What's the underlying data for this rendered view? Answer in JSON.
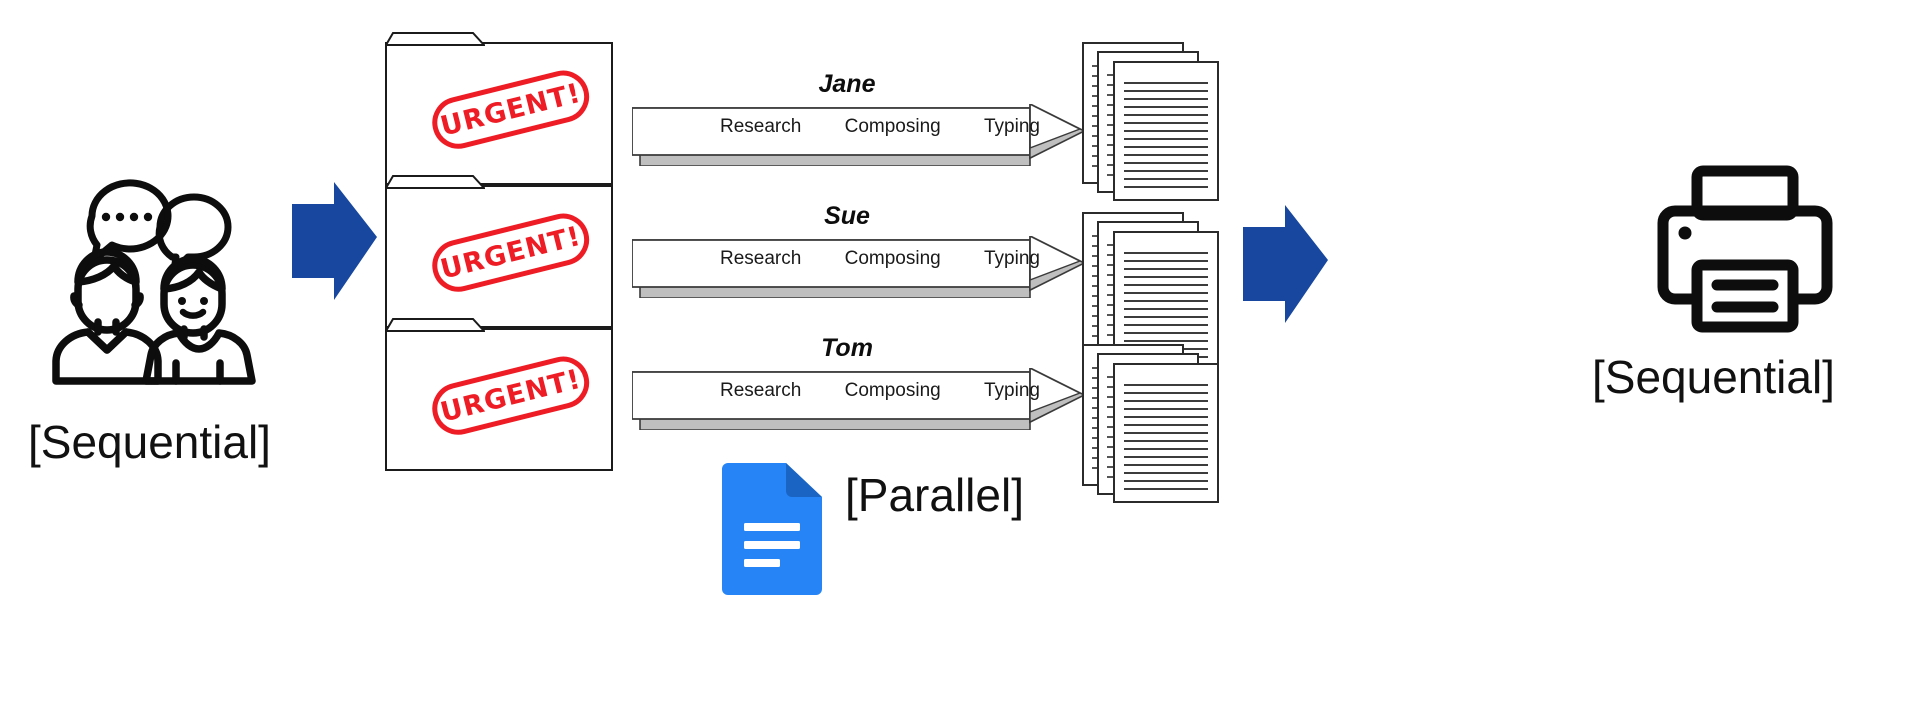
{
  "diagram": {
    "title": "Sequential and parallel document production workflow",
    "colors": {
      "blue_arrow": "#17479e",
      "stamp_red": "#ee1c24",
      "docs_blue": "#2684f6",
      "bar_shadow": "#bfbfbf",
      "outline": "#1b1b1b"
    }
  },
  "stage_left": {
    "people_icon": "two-people-talking-icon",
    "caption": "[Sequential]"
  },
  "arrow_1": {
    "icon": "right-arrow-icon"
  },
  "folders": {
    "icon": "folder-icon",
    "items": [
      {
        "stamp": "URGENT!"
      },
      {
        "stamp": "URGENT!"
      },
      {
        "stamp": "URGENT!"
      }
    ]
  },
  "process": {
    "steps": [
      "Research",
      "Composing",
      "Typing"
    ],
    "rows": [
      {
        "name": "Jane",
        "steps": [
          "Research",
          "Composing",
          "Typing"
        ]
      },
      {
        "name": "Sue",
        "steps": [
          "Research",
          "Composing",
          "Typing"
        ]
      },
      {
        "name": "Tom",
        "steps": [
          "Research",
          "Composing",
          "Typing"
        ]
      }
    ],
    "caption": "[Parallel]",
    "docs_icon": "google-docs-icon"
  },
  "outputs": {
    "icon": "document-stack-icon",
    "stacks": [
      {
        "pages": 3
      },
      {
        "pages": 3
      },
      {
        "pages": 3
      }
    ]
  },
  "arrow_2": {
    "icon": "right-arrow-icon"
  },
  "stage_right": {
    "printer_icon": "printer-icon",
    "caption": "[Sequential]"
  }
}
